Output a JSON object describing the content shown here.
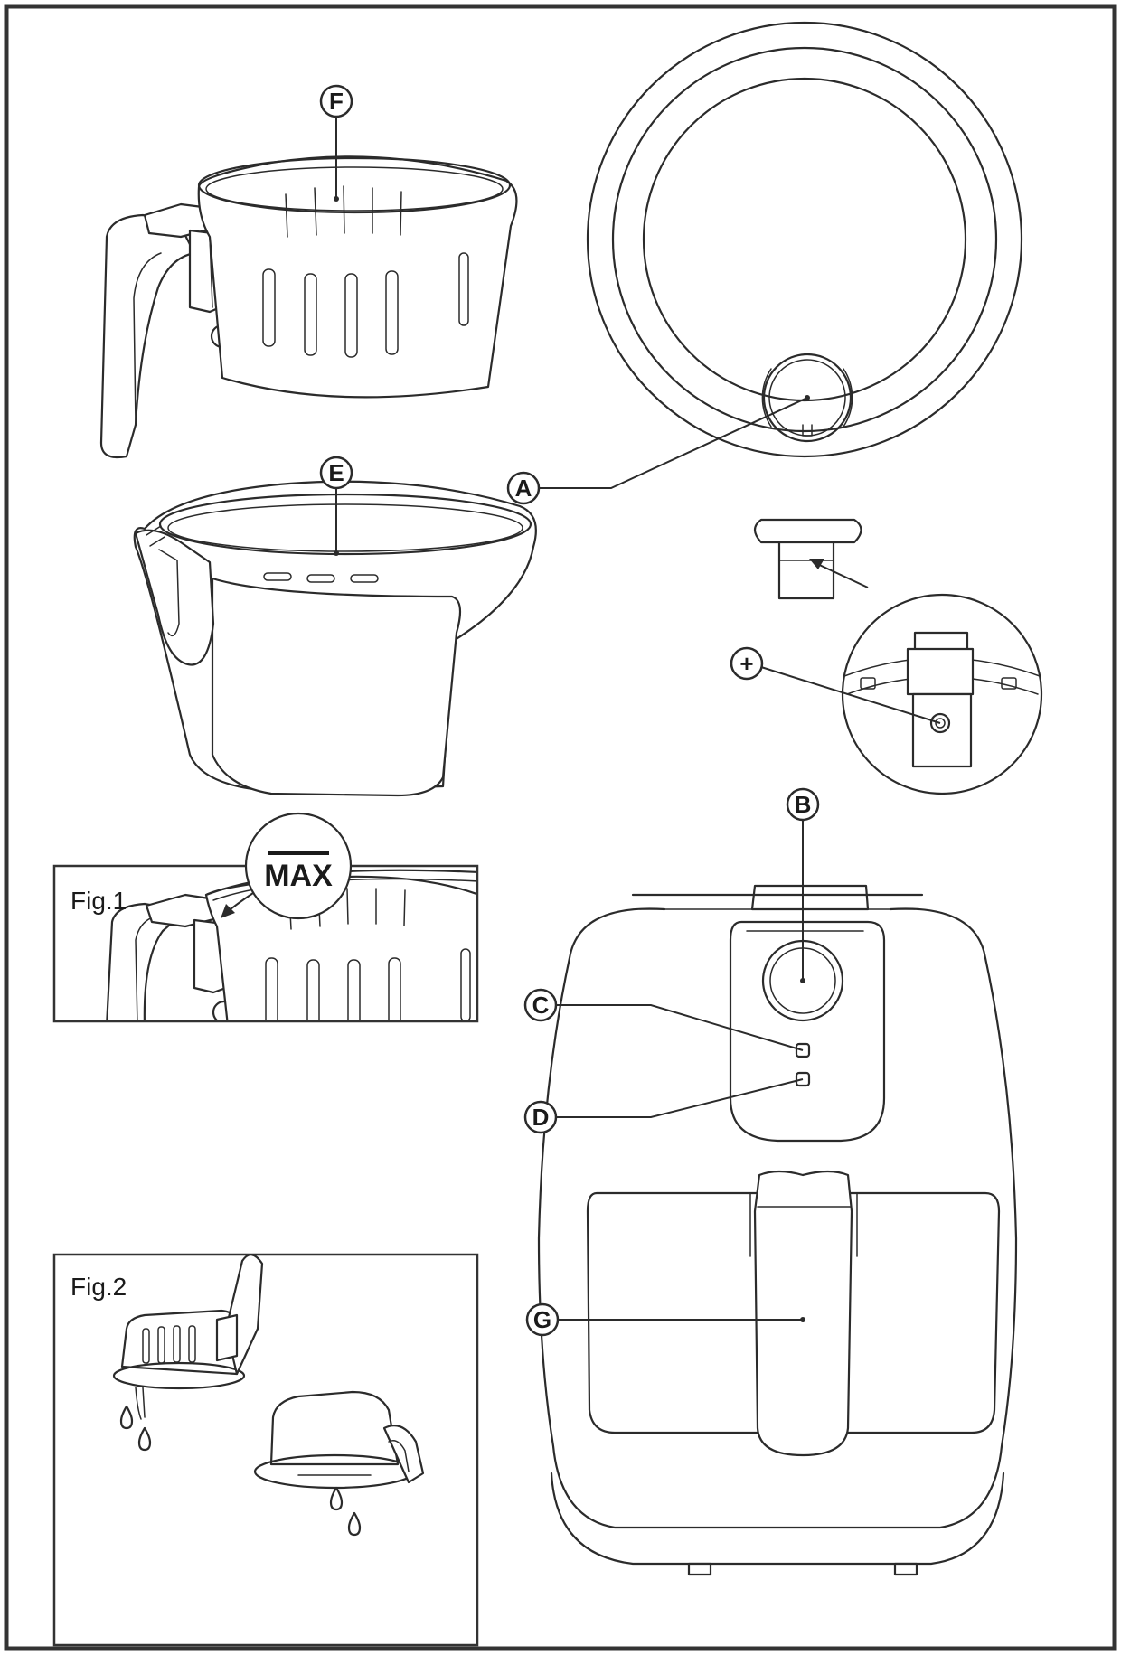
{
  "labels": {
    "a": "A",
    "b": "B",
    "c": "C",
    "d": "D",
    "e": "E",
    "f": "F",
    "g": "G",
    "plus": "+"
  },
  "figures": {
    "fig1_title": "Fig.1",
    "fig1_max_label": "MAX",
    "fig2_title": "Fig.2"
  },
  "colors": {
    "ink": "#2b2b2b",
    "frame": "#333333",
    "background": "#ffffff"
  }
}
